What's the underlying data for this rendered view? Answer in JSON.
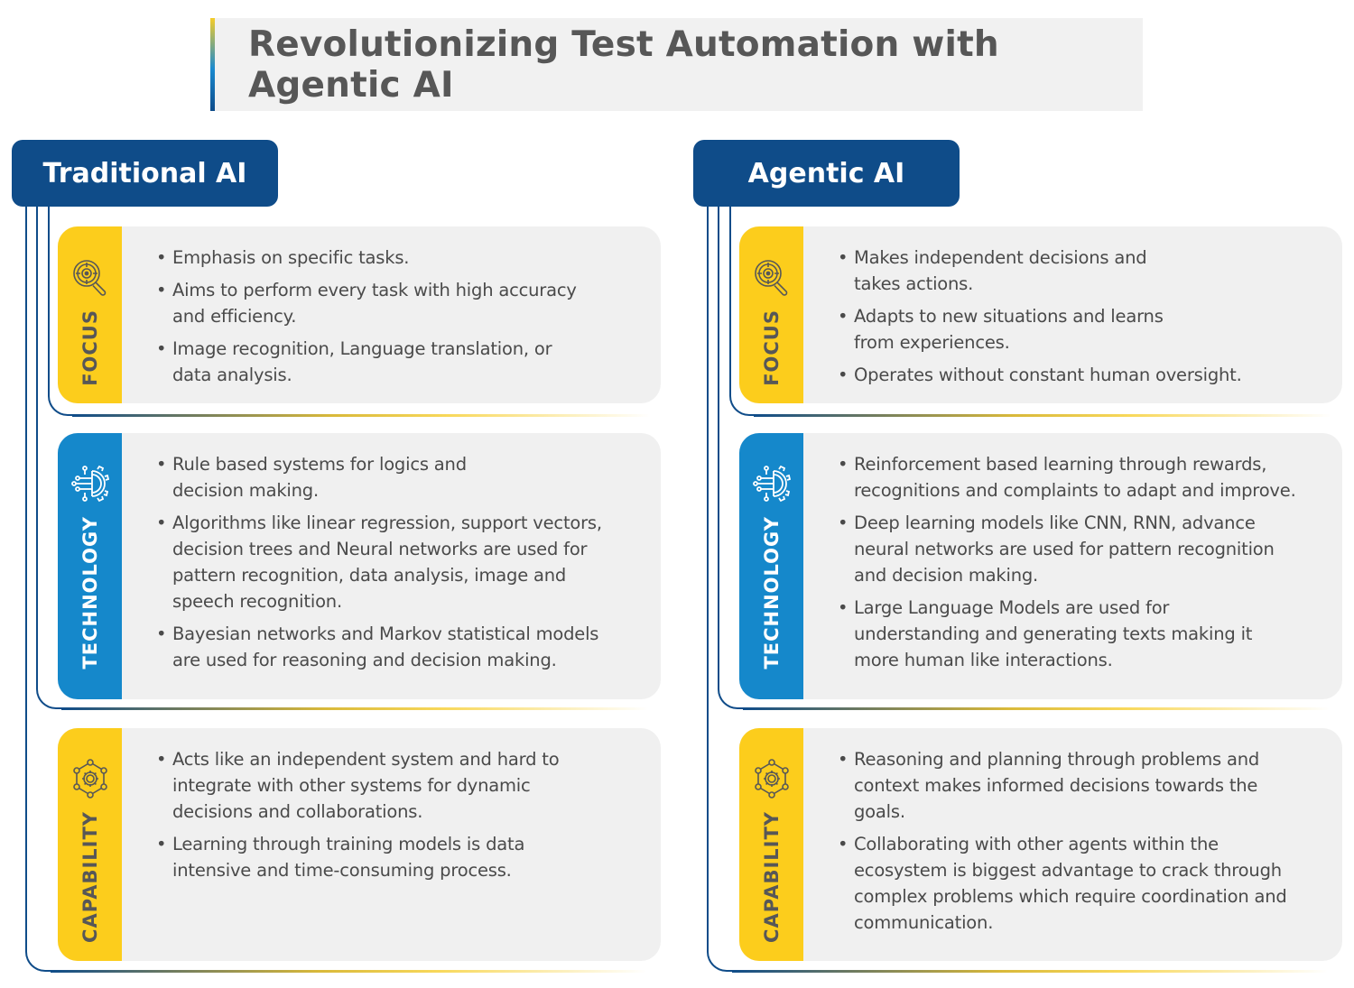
{
  "title": "Revolutionizing Test Automation with Agentic AI",
  "colors": {
    "header_navy": "#0f4c89",
    "tab_yellow": "#fccd1c",
    "tab_blue": "#1588cb",
    "card_bg": "#f0f0f0",
    "title_bg": "#f1f1f1",
    "text_gray": "#4a4a4a"
  },
  "columns": [
    {
      "heading": "Traditional AI",
      "sections": [
        {
          "label": "FOCUS",
          "icon": "target-magnifier-icon",
          "items": [
            "Emphasis on specific tasks.",
            "Aims to perform every task with high accuracy and efficiency.",
            "Image recognition, Language translation, or data analysis."
          ]
        },
        {
          "label": "TECHNOLOGY",
          "icon": "circuit-gear-icon",
          "items": [
            "Rule based systems for logics and decision making.",
            "Algorithms like linear regression, support vectors, decision trees and Neural networks are used for pattern recognition, data analysis, image and speech recognition.",
            "Bayesian networks and Markov statistical models are used for reasoning and decision making."
          ]
        },
        {
          "label": "CAPABILITY",
          "icon": "gear-network-icon",
          "items": [
            "Acts like an independent system and hard to integrate with other systems for dynamic decisions and collaborations.",
            "Learning through training models is data intensive and time-consuming process."
          ]
        }
      ]
    },
    {
      "heading": "Agentic AI",
      "sections": [
        {
          "label": "FOCUS",
          "icon": "target-magnifier-icon",
          "items": [
            "Makes independent decisions and takes actions.",
            "Adapts to new situations and learns from experiences.",
            "Operates without constant human oversight."
          ]
        },
        {
          "label": "TECHNOLOGY",
          "icon": "circuit-gear-icon",
          "items": [
            "Reinforcement based learning through rewards, recognitions and complaints to adapt and improve.",
            "Deep learning models like CNN, RNN, advance neural networks are used for pattern recognition and decision making.",
            "Large Language Models are used for understanding and generating texts making it more human like interactions."
          ]
        },
        {
          "label": "CAPABILITY",
          "icon": "gear-network-icon",
          "items": [
            "Reasoning and planning through problems and context makes informed decisions towards the goals.",
            "Collaborating with other agents within the ecosystem is biggest advantage to crack through complex problems which require coordination and communication."
          ]
        }
      ]
    }
  ]
}
